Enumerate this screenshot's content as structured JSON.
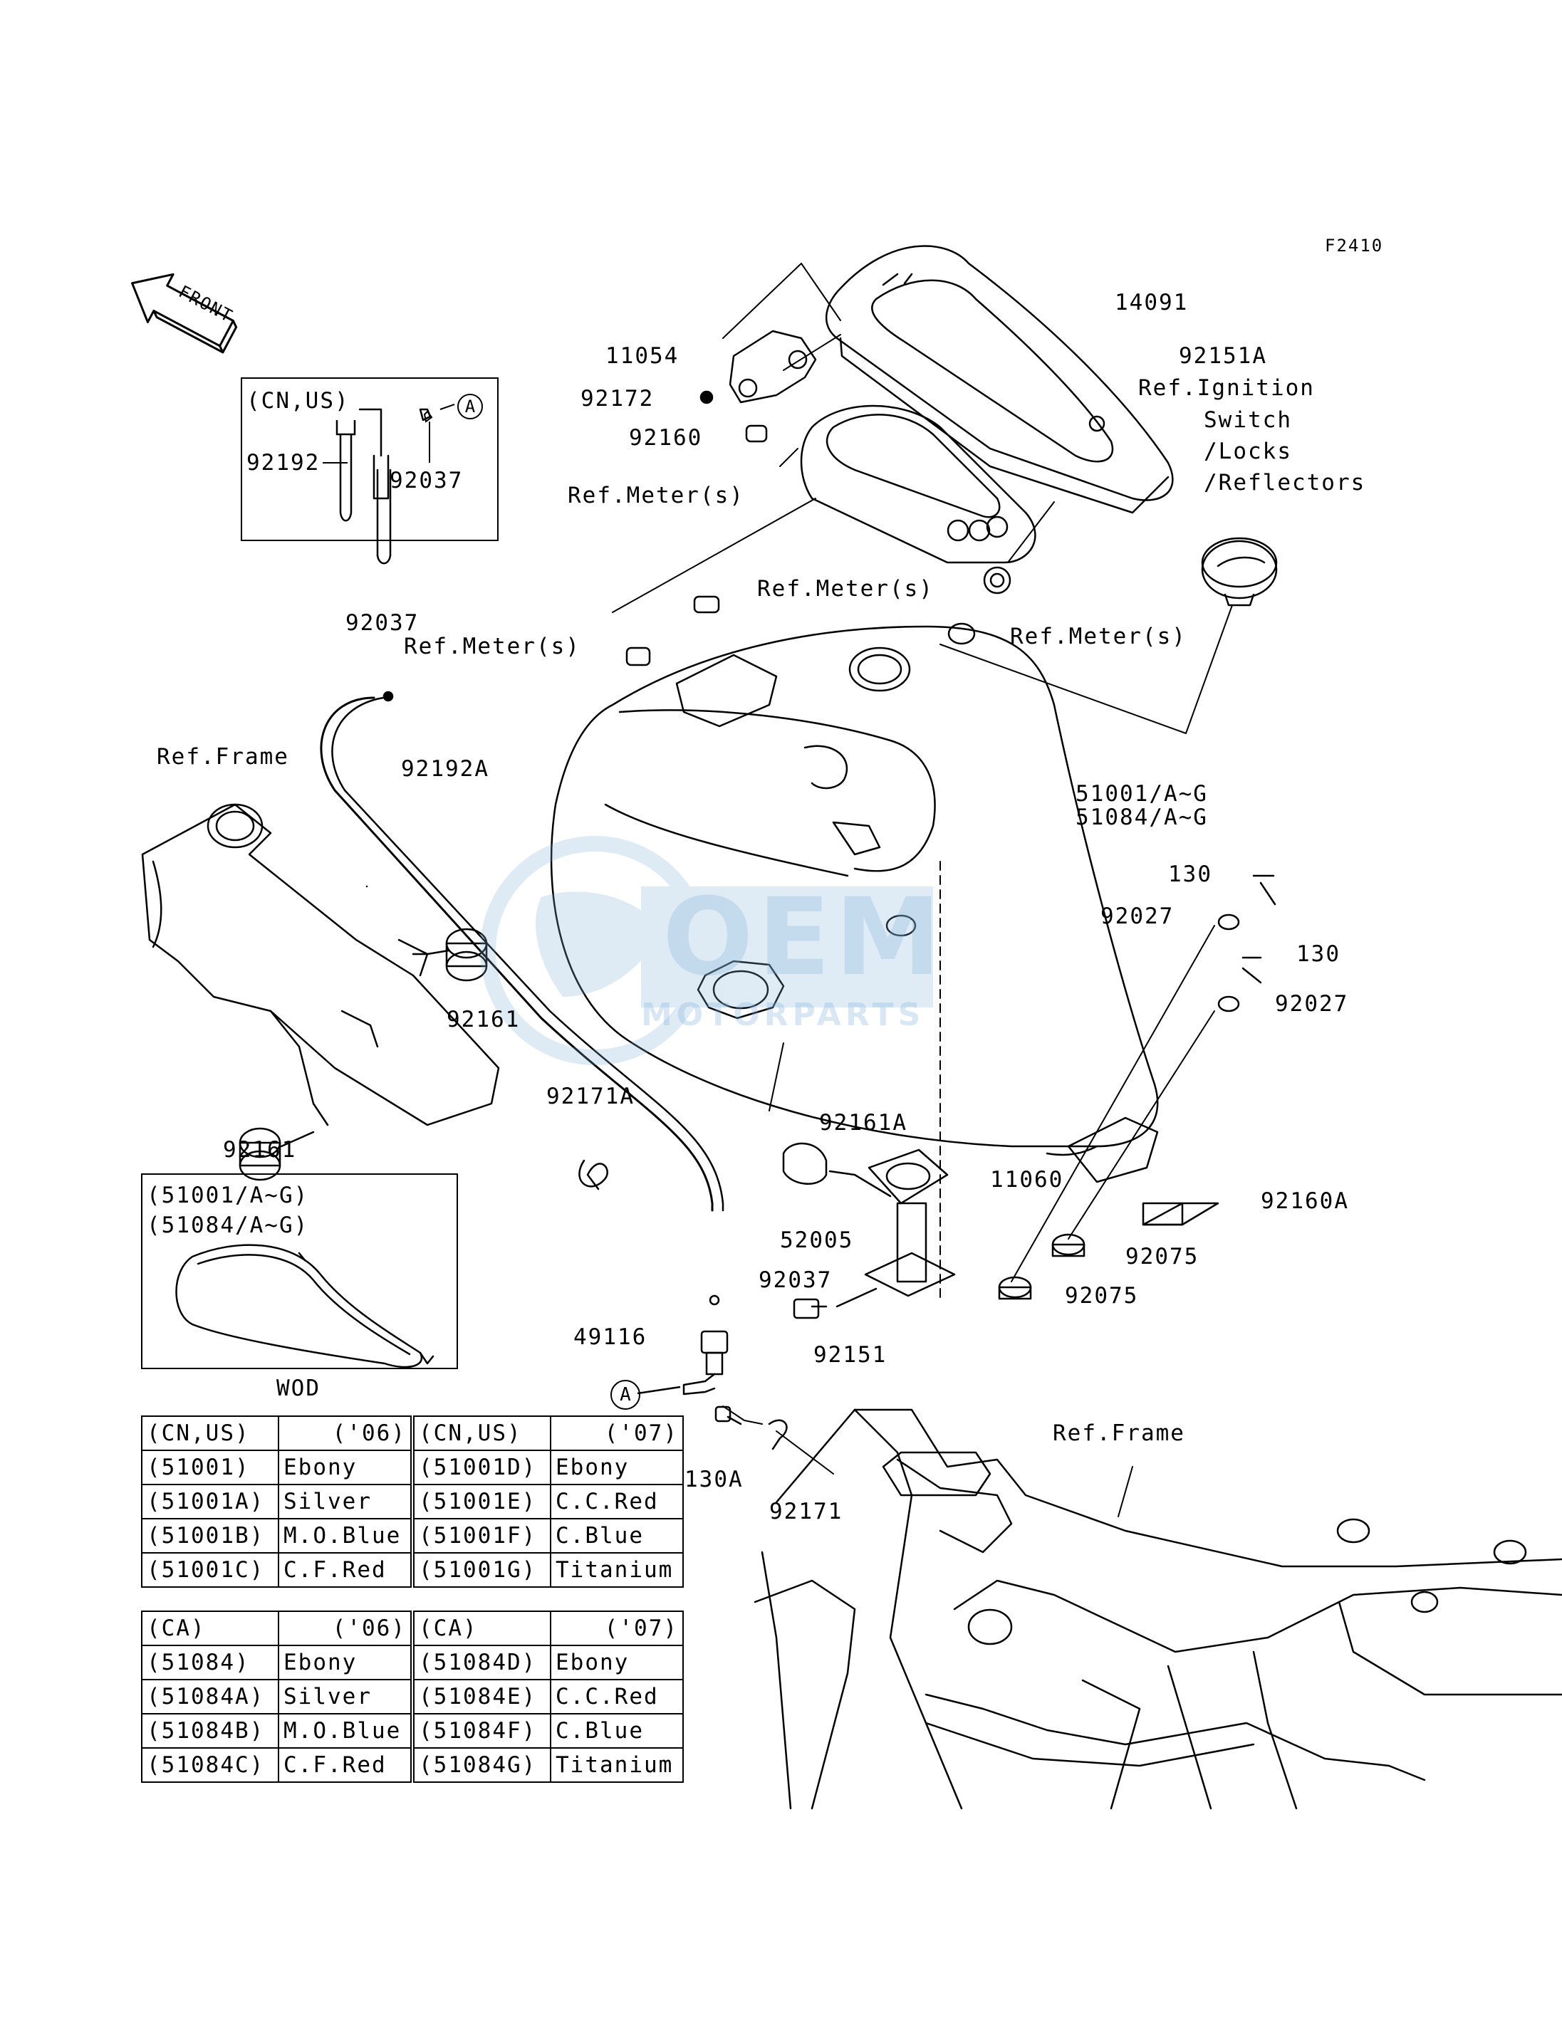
{
  "diagram_code": "F2410",
  "front_arrow": "FRONT",
  "inset_us": {
    "region": "(CN,US)",
    "parts": [
      "92192",
      "92037"
    ],
    "callout": "A"
  },
  "part_labels": {
    "p14091": "14091",
    "p11054": "11054",
    "p92151A": "92151A",
    "p92172": "92172",
    "p92160": "92160",
    "ref_ignition_1": "Ref.Ignition",
    "ref_ignition_2": "Switch",
    "ref_ignition_3": "/Locks",
    "ref_ignition_4": "/Reflectors",
    "ref_meter_1": "Ref.Meter(s)",
    "ref_meter_2": "Ref.Meter(s)",
    "ref_meter_3": "Ref.Meter(s)",
    "ref_meter_4": "Ref.Meter(s)",
    "p92037_top": "92037",
    "ref_frame_left": "Ref.Frame",
    "p92192A": "92192A",
    "p51001": "51001/A~G",
    "p51084": "51084/A~G",
    "p130_1": "130",
    "p92027_1": "92027",
    "p130_2": "130",
    "p92027_2": "92027",
    "p92161_1": "92161",
    "p92161_2": "92161",
    "p92171A": "92171A",
    "p92161A": "92161A",
    "p11060": "11060",
    "p92160A": "92160A",
    "p52005": "52005",
    "p92075_1": "92075",
    "p92075_2": "92075",
    "p92037_mid": "92037",
    "p49116": "49116",
    "p92151": "92151",
    "callout_A": "A",
    "p130A": "130A",
    "p92171": "92171",
    "ref_frame_right": "Ref.Frame"
  },
  "inset_wod": {
    "line1": "(51001/A~G)",
    "line2": "(51084/A~G)",
    "caption": "WOD"
  },
  "color_tables": [
    {
      "header": [
        "(CN,US)",
        "('06)"
      ],
      "rows": [
        [
          "(51001)",
          "Ebony"
        ],
        [
          "(51001A)",
          "Silver"
        ],
        [
          "(51001B)",
          "M.O.Blue"
        ],
        [
          "(51001C)",
          "C.F.Red"
        ]
      ]
    },
    {
      "header": [
        "(CN,US)",
        "('07)"
      ],
      "rows": [
        [
          "(51001D)",
          "Ebony"
        ],
        [
          "(51001E)",
          "C.C.Red"
        ],
        [
          "(51001F)",
          "C.Blue"
        ],
        [
          "(51001G)",
          "Titanium"
        ]
      ]
    },
    {
      "header": [
        "(CA)",
        "('06)"
      ],
      "rows": [
        [
          "(51084)",
          "Ebony"
        ],
        [
          "(51084A)",
          "Silver"
        ],
        [
          "(51084B)",
          "M.O.Blue"
        ],
        [
          "(51084C)",
          "C.F.Red"
        ]
      ]
    },
    {
      "header": [
        "(CA)",
        "('07)"
      ],
      "rows": [
        [
          "(51084D)",
          "Ebony"
        ],
        [
          "(51084E)",
          "C.C.Red"
        ],
        [
          "(51084F)",
          "C.Blue"
        ],
        [
          "(51084G)",
          "Titanium"
        ]
      ]
    }
  ],
  "watermark": {
    "main": "OEM",
    "sub": "MOTORPARTS",
    "color": "#7fb2da"
  }
}
